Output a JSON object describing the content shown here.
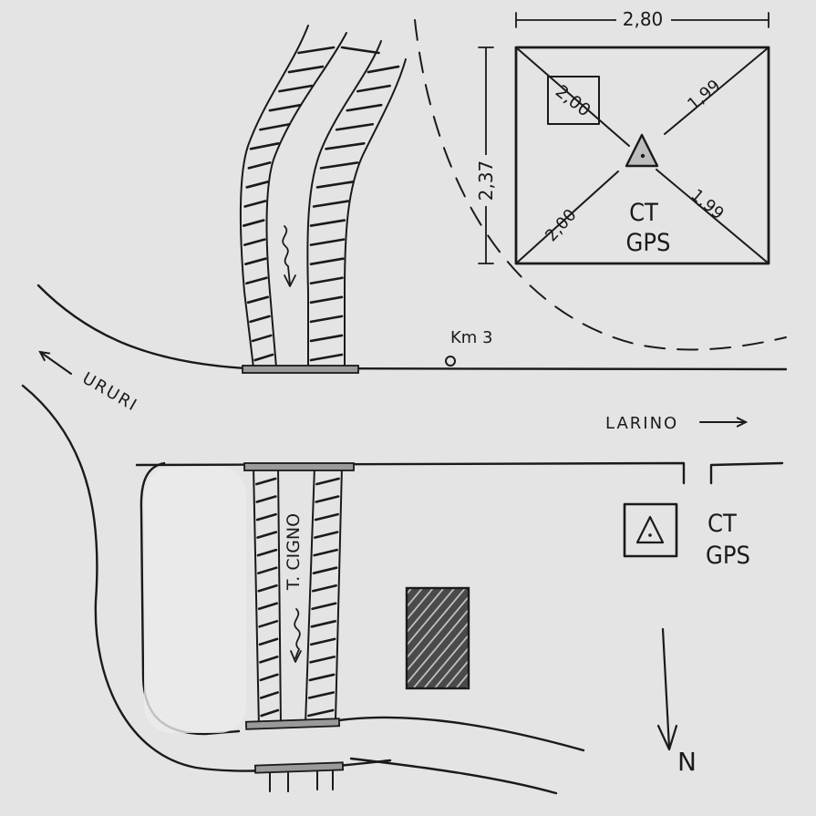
{
  "dimensions": {
    "width": "2,80",
    "height": "2,37",
    "diag_ne": "1,99",
    "diag_se": "1,99",
    "diag_sw": "2,00",
    "pillar": "2,00"
  },
  "station": {
    "detail_label_1": "CT",
    "detail_label_2": "GPS",
    "map_label_1": "CT",
    "map_label_2": "GPS"
  },
  "roads": {
    "west_destination": "URURI",
    "east_destination": "LARINO",
    "km_marker": "Km 3"
  },
  "stream": {
    "name": "T. CIGNO"
  },
  "north": {
    "label": "N"
  },
  "icons": {
    "station_marker": "triangle-dot-icon",
    "north_arrow": "arrow-down-icon",
    "west_arrow": "arrow-up-left-icon",
    "east_arrow": "arrow-right-icon",
    "flow": "wavy-arrow-icon"
  },
  "colors": {
    "background": "#e4e4e4",
    "ink": "#1a1a1a",
    "station_fill": "#bdbdbd",
    "building_fill": "#4a4a4a",
    "bridge_fill": "#9a9a9a"
  }
}
